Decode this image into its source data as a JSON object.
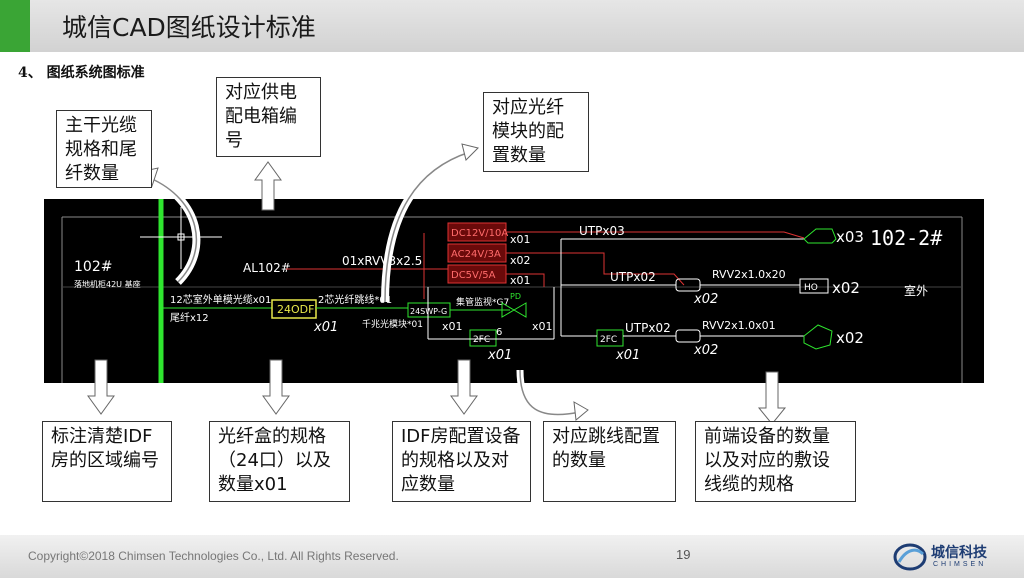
{
  "header": {
    "title": "城信CAD图纸设计标准"
  },
  "section": {
    "title": "4、   图纸系统图标准"
  },
  "notes": {
    "trunk": "主干光缆规格和尾纤数量",
    "power": "对应供电配电箱编号",
    "fiber_module": "对应光纤模块的配置数量",
    "idf_area": "标注清楚IDF房的区域编号",
    "fiber_box": "光纤盒的规格（24口）以及数量x01",
    "idf_equipment": "IDF房配置设备的规格以及对应数量",
    "jumper": "对应跳线配置的数量",
    "front_end": "前端设备的数量以及对应的敷设线缆的规格"
  },
  "cad": {
    "room_id": "102#",
    "rack": "落地机柜42U 基座",
    "trunk_top": "12芯室外单模光缆x01",
    "trunk_bottom": "尾纤x12",
    "odf": "24ODF",
    "odf_qty": "x01",
    "jumper_top": "2芯光纤跳线*01",
    "switch": "24SWP-G",
    "switch_qty": "x01",
    "fiber_jumper_label": "千兆光模块*01",
    "poe_label": "集管监视*G7",
    "pd_label": "PD",
    "al": "AL102#",
    "cable": "01xRVV3x2.5",
    "psu": [
      "DC12V/10A",
      "AC24V/3A",
      "DC5V/5A"
    ],
    "psu_qty": [
      "x01",
      "x02",
      "x01"
    ],
    "utp1": "UTPx03",
    "utp2": "UTPx02",
    "utp3": "UTPx02",
    "rvv1": "RVV2x1.0x20",
    "rvv2": "RVV2x1.0x01",
    "qty_x02a": "x02",
    "qty_x02b": "x02",
    "qty_x01c": "x01",
    "qty_x01d": "x01",
    "qty_x01e": "x01",
    "cam1_qty": "x03",
    "cam2_qty": "x02",
    "cam3_qty": "x02",
    "area_id": "102-2#",
    "outdoor": "室外",
    "twofc": "2FC",
    "six": "6"
  },
  "footer": {
    "copyright": "Copyright©2018 Chimsen Technologies Co., Ltd. All Rights Reserved.",
    "page": "19",
    "logo_cn": "城信科技",
    "logo_en": "CHIMSEN"
  },
  "colors": {
    "accent": "#3aa535",
    "cad_bg": "#000000",
    "brand": "#1d3c73"
  }
}
